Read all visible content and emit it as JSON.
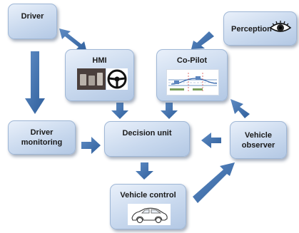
{
  "diagram": {
    "nodes": {
      "driver": {
        "label": "Driver"
      },
      "perception": {
        "label": "Perception",
        "icon": "eye-icon"
      },
      "hmi": {
        "label": "HMI",
        "icons": [
          "pedals-photo-icon",
          "steering-wheel-icon"
        ]
      },
      "copilot": {
        "label": "Co-Pilot",
        "icon": "trajectory-diagram-icon"
      },
      "driver_monitoring": {
        "label_line1": "Driver",
        "label_line2": "monitoring"
      },
      "decision_unit": {
        "label": "Decision unit"
      },
      "vehicle_observer": {
        "label_line1": "Vehicle",
        "label_line2": "observer"
      },
      "vehicle_control": {
        "label": "Vehicle control",
        "icon": "car-icon"
      }
    },
    "edges": [
      {
        "from": "Driver",
        "to": "HMI",
        "bidirectional": true
      },
      {
        "from": "Driver",
        "to": "Driver monitoring"
      },
      {
        "from": "Perception",
        "to": "Co-Pilot"
      },
      {
        "from": "HMI",
        "to": "Decision unit"
      },
      {
        "from": "Co-Pilot",
        "to": "Decision unit"
      },
      {
        "from": "Driver monitoring",
        "to": "Decision unit"
      },
      {
        "from": "Vehicle observer",
        "to": "Decision unit"
      },
      {
        "from": "Vehicle observer",
        "to": "Co-Pilot"
      },
      {
        "from": "Decision unit",
        "to": "Vehicle control"
      },
      {
        "from": "Vehicle control",
        "to": "Vehicle observer"
      }
    ],
    "colors": {
      "arrow": "#3e6ea8",
      "box_border": "#9fb7d6",
      "box_fill": "#c9d9ee"
    }
  }
}
